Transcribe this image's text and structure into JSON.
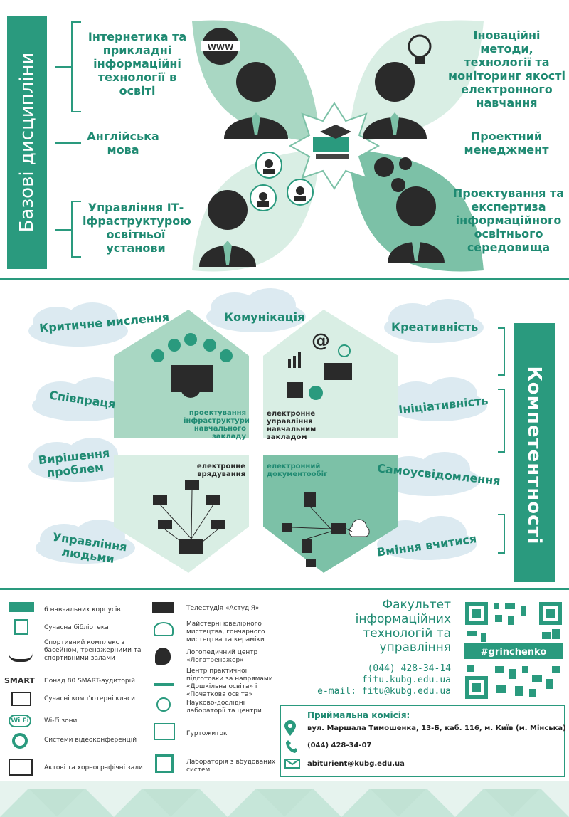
{
  "basic": {
    "title": "Базові дисципліни",
    "items": [
      "Інтернетика та прикладні інформаційні технології в освіті",
      "Англійська мова",
      "Управління ІТ-іфраструктурою освітньої установи",
      "Іноваційні методи, технології та моніторинг якості електронного навчання",
      "Проектний менеджмент",
      "Проектування та експертиза інформаційного освітнього середовища"
    ],
    "www_label": "WWW"
  },
  "competencies": {
    "title": "Компетентності",
    "clouds": [
      "Критичне мислення",
      "Комунікація",
      "Креативність",
      "Співпраця",
      "Ініціативність",
      "Вирішення проблем",
      "Самоусвідомлення",
      "Управління людьми",
      "Вміння вчитися"
    ],
    "diamonds": [
      "проектування інфраструктури навчального закладу",
      "електронне управління навчальним закладом",
      "електронне врядування",
      "електронний документообіг"
    ]
  },
  "facilities": {
    "left": [
      "6 навчальних корпусів",
      "Сучасна бібліотека",
      "Спортивний комплекс з басейном, тренажерними та спортивними залами",
      "Понад 80 SMART-аудиторій",
      "Сучасні комп’ютерні класи",
      "Wi-Fi зони",
      "Системи відеоконференцій",
      "Актові та хореографічні зали"
    ],
    "right": [
      "Телестудія «АстудіЯ»",
      "Майстерні ювелірного мистецтва, гончарного мистецтва та кераміки",
      "Логопедичний центр «Логотренажер»",
      "Центр практичної підготовки за напрямами «Дошкільна освіта» і «Початкова освіта»",
      "Науково-дослідні лабораторії та центри",
      "Гуртожиток",
      "Лабораторія з вбудованих систем"
    ],
    "smart_label": "SMART",
    "wifi_label": "Wi Fi"
  },
  "faculty": {
    "title": "Факультет інформаційних технологій та управління",
    "phone": "(044) 428-34-14",
    "site": "fitu.kubg.edu.ua",
    "email": "e-mail: fitu@kubg.edu.ua",
    "qr_tag": "#grinchenko"
  },
  "admission": {
    "title": "Приймальна комісія:",
    "address": "вул. Маршала Тимошенка, 13-Б, каб. 116, м. Київ (м. Мінська)",
    "phone": "(044) 428-34-07",
    "email": "abiturient@kubg.edu.ua"
  },
  "colors": {
    "accent": "#2a9a7e",
    "light": "#a9d7c3",
    "mid": "#7cc1a7",
    "dark": "#2a2a2a"
  }
}
